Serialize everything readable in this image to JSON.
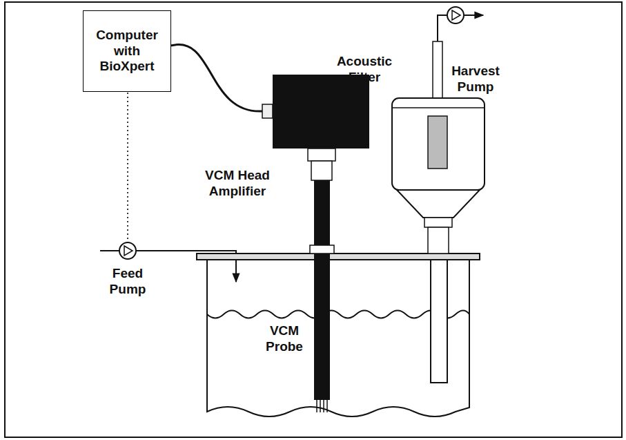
{
  "diagram": {
    "nodes": [
      {
        "text": [
          "Computer with BioXpert"
        ]
      }
    ],
    "labels": [
      "Acoustic Filter",
      "Harvest Pump",
      "VCM Head Amplifier",
      "Feed Pump",
      "VCM Probe"
    ]
  }
}
